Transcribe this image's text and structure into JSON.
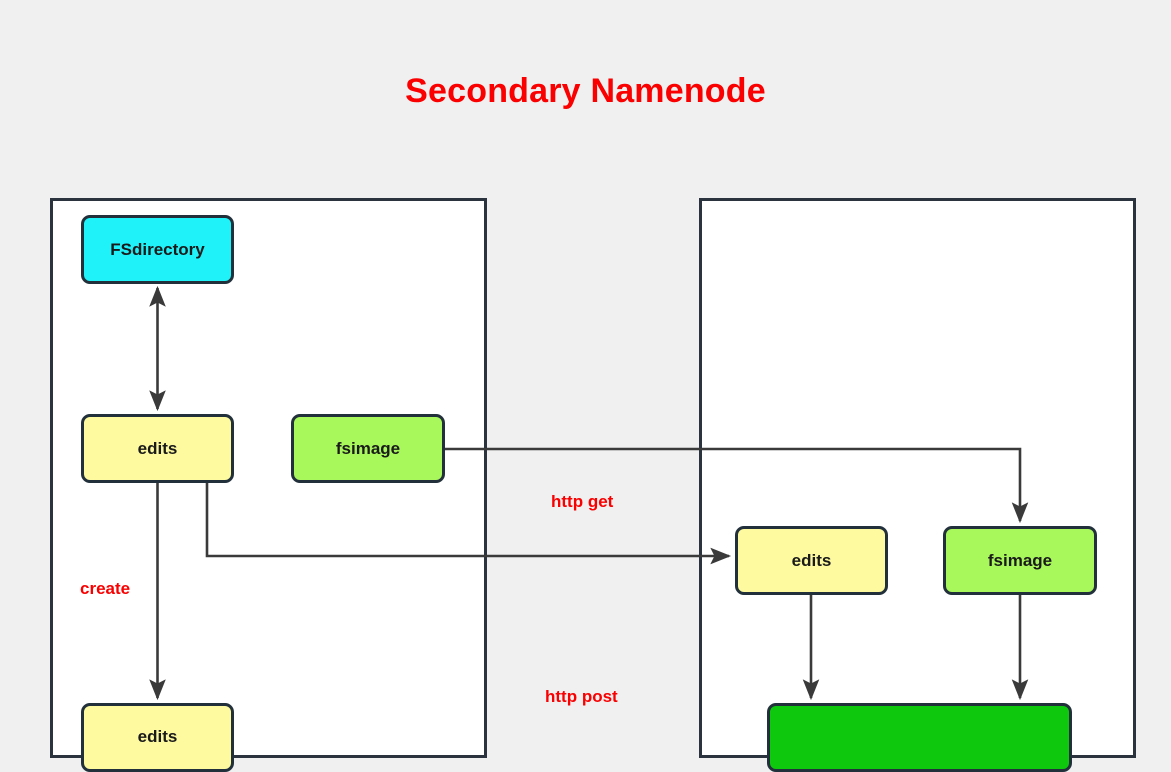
{
  "title": "Secondary Namenode",
  "theme": {
    "background": "#f0f0f0",
    "panel_fill": "#ffffff",
    "panel_stroke": "#2b333f",
    "node_stroke": "#22303b",
    "edge_stroke": "#3a3a3a",
    "title_color": "#fa0000",
    "label_color": "#fa0000",
    "cyan": "#1ff2f8",
    "yellow": "#fdfaa0",
    "light_green": "#a8f85c",
    "bright_green": "#0ec80e",
    "node_text": "#1a1a1a"
  },
  "panels": {
    "left": {
      "name": "namenode-panel"
    },
    "right": {
      "name": "secondary-namenode-panel"
    }
  },
  "nodes": {
    "fsdirectory": {
      "label": "FSdirectory",
      "color": "#1ff2f8"
    },
    "edits_left": {
      "label": "edits",
      "color": "#fdfaa0"
    },
    "fsimage_left": {
      "label": "fsimage",
      "color": "#a8f85c"
    },
    "edits_bottom_left": {
      "label": "edits",
      "color": "#fdfaa0"
    },
    "edits_right": {
      "label": "edits",
      "color": "#fdfaa0"
    },
    "fsimage_right": {
      "label": "fsimage",
      "color": "#a8f85c"
    },
    "merged_bottom_right": {
      "label": "",
      "color": "#0ec80e"
    }
  },
  "edge_labels": {
    "http_get": "http get",
    "http_post": "http post",
    "create": "create"
  }
}
